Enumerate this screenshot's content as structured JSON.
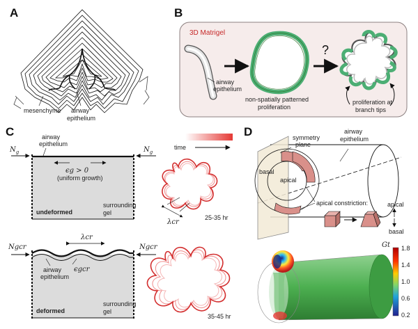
{
  "panels": {
    "a": {
      "label": "A",
      "mesenchyme": "mesenchyme",
      "airway_epithelium": [
        "airway",
        "epithelium"
      ]
    },
    "b": {
      "label": "B",
      "matrigel": "3D Matrigel",
      "airway_epithelium": [
        "airway",
        "epithelium"
      ],
      "question": "?",
      "non_patterned": [
        "non-spatially patterned",
        "proliferation"
      ],
      "proliferation_tips": [
        "proliferation at",
        "branch tips"
      ]
    },
    "c": {
      "label": "C",
      "airway_epithelium_top": [
        "airway",
        "epithelium"
      ],
      "force_left": "N",
      "force_left_sub": "g",
      "force_right": "N",
      "force_right_sub": "g",
      "growth_expr": "ϵg > 0",
      "uniform_growth": "(uniform growth)",
      "undeformed": "undeformed",
      "surrounding_gel_top": [
        "surrounding",
        "gel"
      ],
      "lambda_cr": "λcr",
      "force_cr_left": "Ngcr",
      "force_cr_right": "Ngcr",
      "eps_cr": "ϵgcr",
      "airway_epithelium_bottom": [
        "airway",
        "epithelium"
      ],
      "deformed": "deformed",
      "surrounding_gel_bottom": [
        "surrounding",
        "gel"
      ],
      "time": "time",
      "lambda_cr_mid": "λcr",
      "time_range_1": "25-35 hr",
      "time_range_2": "35-45 hr"
    },
    "d": {
      "label": "D",
      "symmetry_plane": [
        "symmetry",
        "plane"
      ],
      "airway_epithelium": [
        "airway",
        "epithelium"
      ],
      "basal": "basal",
      "apical": "apical",
      "apical_constriction": "apical constriction:",
      "legend_apical": "apical",
      "legend_basal": "basal",
      "colorbar_title": "Gt",
      "colorbar_ticks": [
        "1.8",
        "1.4",
        "1.0",
        "0.6",
        "0.2"
      ]
    }
  },
  "colors": {
    "green": "#4cae74",
    "pink_panel": "#f6eceb",
    "red": "#d32f2f",
    "dark_red": "#b71c1c",
    "tan": "#d9908a"
  }
}
